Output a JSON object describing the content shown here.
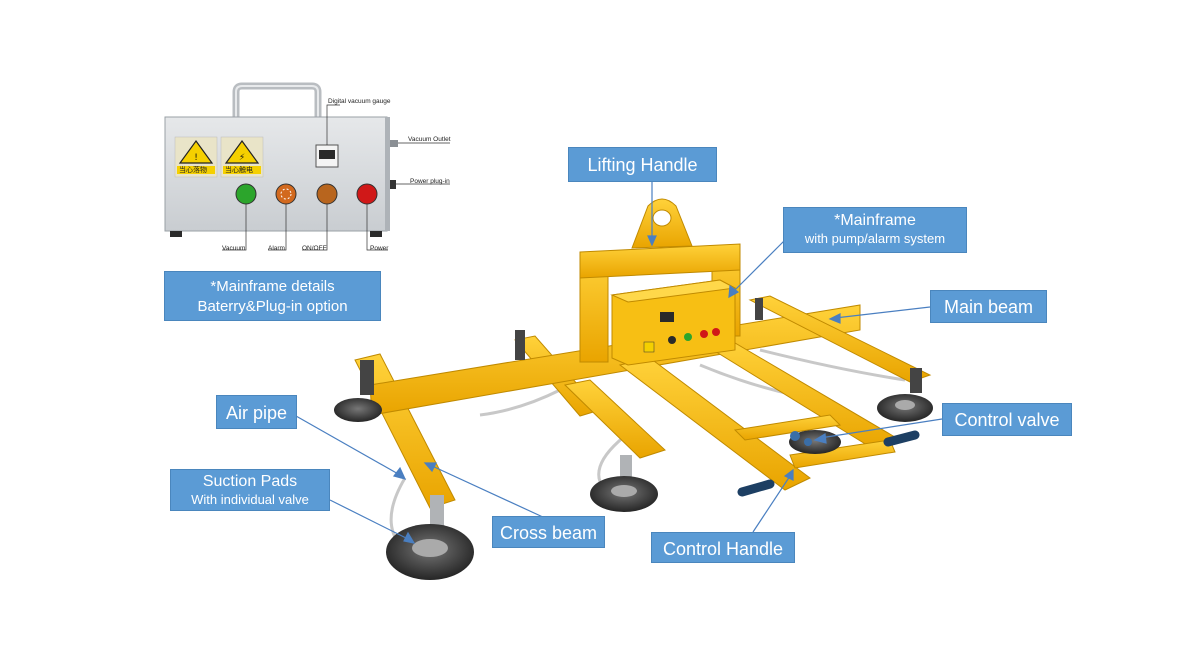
{
  "callouts": {
    "lifting_handle": "Lifting Handle",
    "mainframe_title": "*Mainframe",
    "mainframe_sub": "with pump/alarm system",
    "main_beam": "Main beam",
    "control_valve": "Control valve",
    "air_pipe": "Air pipe",
    "suction_pads_title": "Suction Pads",
    "suction_pads_sub": "With individual valve",
    "cross_beam": "Cross beam",
    "control_handle": "Control Handle",
    "mainframe_details_line1": "*Mainframe details",
    "mainframe_details_line2": "Baterry&Plug-in option"
  },
  "control_box": {
    "digital_vacuum_gauge": "Digital vacuum gauge",
    "vacuum_outlet": "Vacuum Outlet",
    "power_plug_in": "Power plug-in",
    "vacuum": "Vacuum",
    "alarm": "Alarm",
    "on_off": "ON/OFF",
    "power": "Power",
    "warning_sign_1": "当心落物",
    "warning_sign_2": "当心触电",
    "light_colors": [
      "#2ca52c",
      "#d2691e",
      "#b8651e",
      "#d01818"
    ]
  },
  "colors": {
    "frame_yellow": "#f5b800",
    "callout_blue": "#5b9bd5",
    "pointer_blue": "#4a7fc1"
  }
}
